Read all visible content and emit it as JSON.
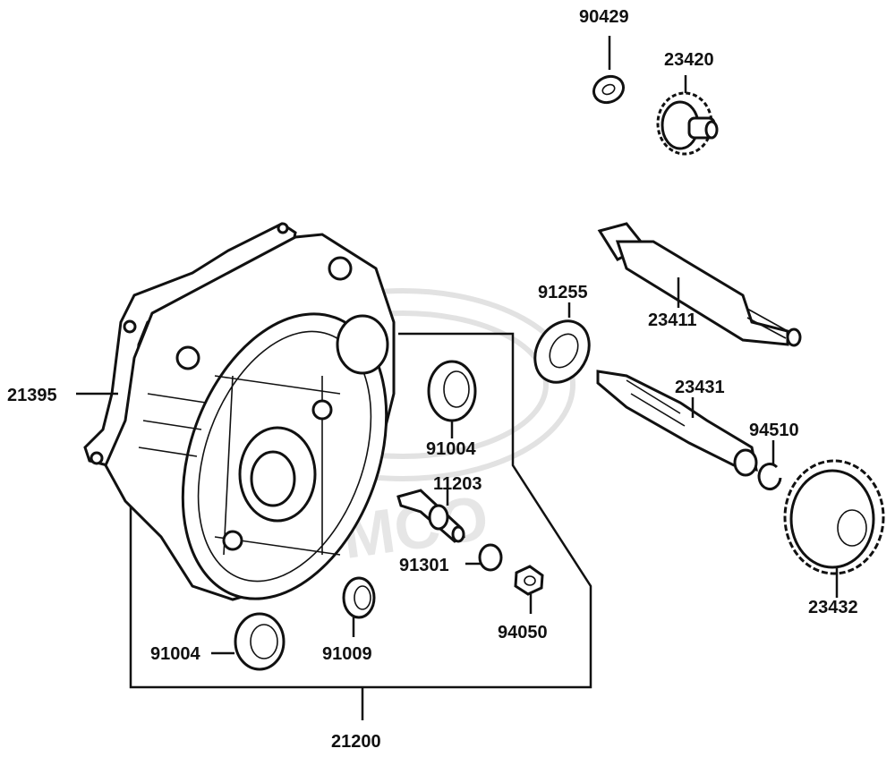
{
  "watermark": "KYMCO",
  "parts": {
    "p90429": "90429",
    "p23420": "23420",
    "p23411": "23411",
    "p91255": "91255",
    "p21395": "21395",
    "p91004a": "91004",
    "p23431": "23431",
    "p94510": "94510",
    "p11203": "11203",
    "p91301": "91301",
    "p23432": "23432",
    "p94050": "94050",
    "p91004b": "91004",
    "p91009": "91009",
    "p21200": "21200"
  }
}
